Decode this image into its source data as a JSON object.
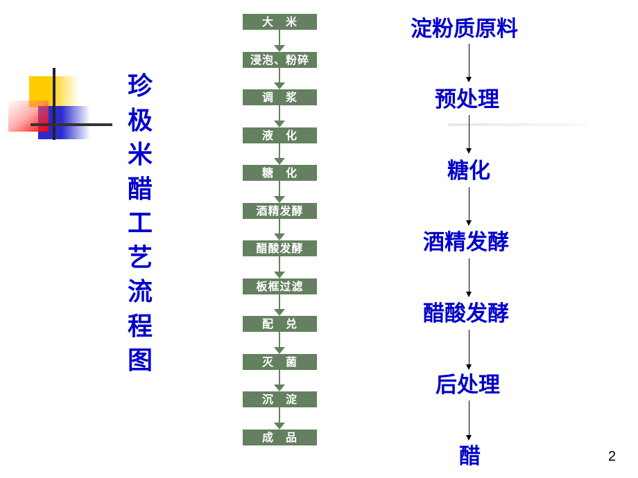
{
  "slide": {
    "title_chars": [
      "珍",
      "极",
      "米",
      "醋",
      "工",
      "艺",
      "流",
      "程",
      "图"
    ],
    "page_number": "2",
    "colors": {
      "title": "#0000cc",
      "flow_box": "#648060",
      "flow_text": "#ffffff",
      "arrow": "#000000"
    }
  },
  "detailed_flow": {
    "steps": [
      "大　米",
      "浸泡、粉碎",
      "调　浆",
      "液　化",
      "糖　化",
      "酒精发酵",
      "醋酸发酵",
      "板框过滤",
      "配　兑",
      "灭　菌",
      "沉　淀",
      "成　品"
    ]
  },
  "general_process": {
    "steps": [
      "淀粉质原料",
      "预处理",
      "糖化",
      "酒精发酵",
      "醋酸发酵",
      "后处理",
      "醋"
    ]
  }
}
